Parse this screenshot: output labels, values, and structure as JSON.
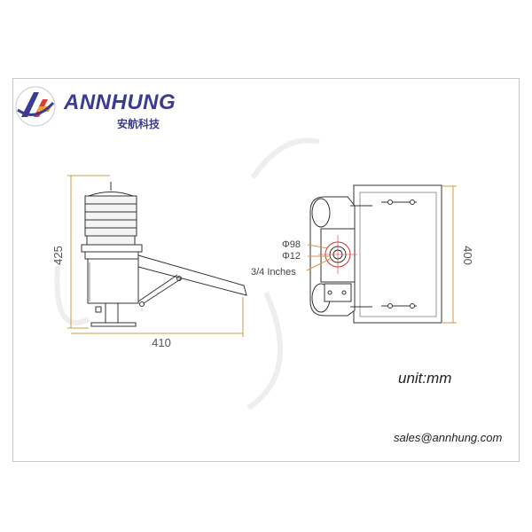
{
  "brand": {
    "name": "ANNHUNG",
    "subtitle": "安航科技",
    "logo_colors": [
      "#3b3b8f",
      "#e23b3b",
      "#f0a030"
    ]
  },
  "side_view": {
    "height_label": "425",
    "width_label": "410"
  },
  "front_view": {
    "diameter_outer_label": "Φ98",
    "diameter_inner_label": "Φ12",
    "thread_label": "3/4 Inches",
    "height_label": "400"
  },
  "footer": {
    "unit_label": "unit:mm",
    "email": "sales@annhung.com"
  },
  "colors": {
    "dimension_line": "#d49a4a",
    "drawing_line": "#333333",
    "accent_red": "#d93030"
  }
}
